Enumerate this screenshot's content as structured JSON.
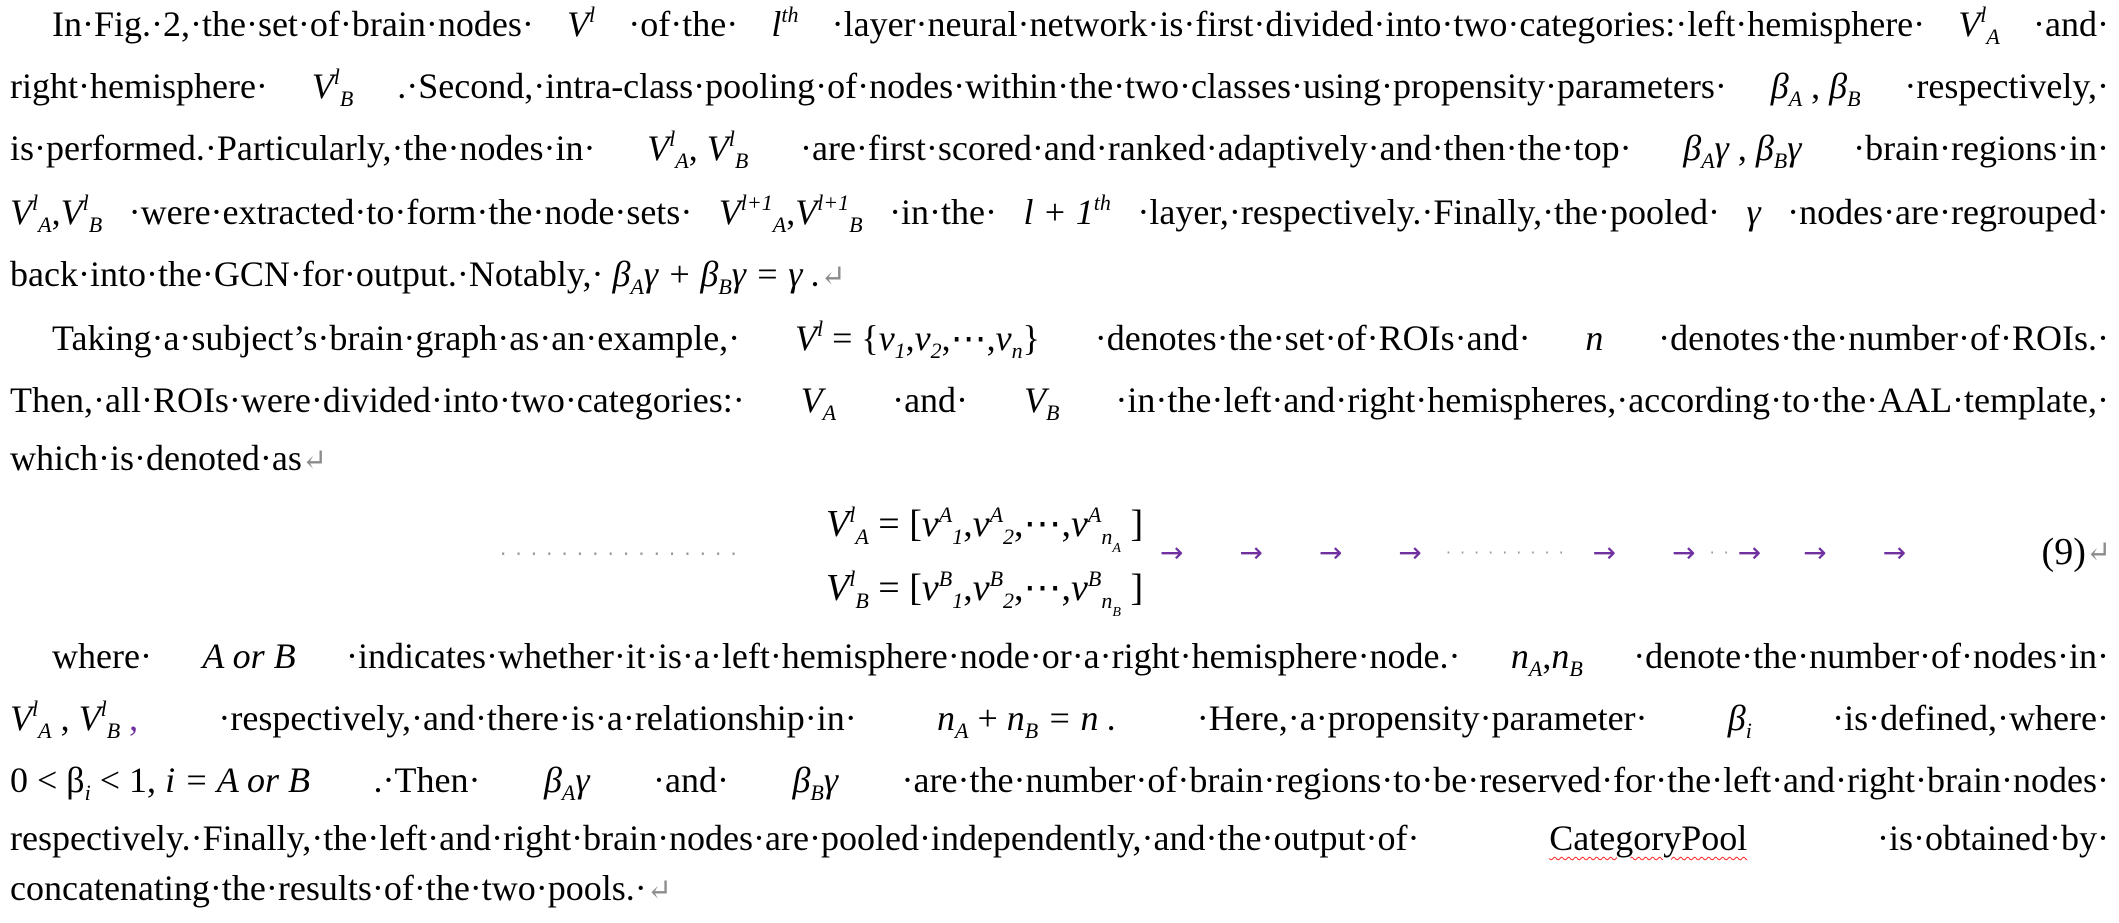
{
  "paragraph1": {
    "line1": {
      "a": "In·Fig.·2,·the·set·of·brain·nodes·",
      "sym1": "V",
      "sym1_sup": "l",
      "b": "·of·the·",
      "sym2": "l",
      "sym2_sup": "th",
      "c": "·layer·neural·network·is·first·divided·into·two·categories:·left·hemisphere·",
      "sym3": "V",
      "sym3_sup": "l",
      "sym3_sub": "A",
      "d": "·and·"
    },
    "line2": {
      "a": "right·hemisphere·",
      "sym1": "V",
      "sym1_sup": "l",
      "sym1_sub": "B",
      "b": ".·Second,·intra-class·pooling·of·nodes·within·the·two·classes·using·propensity·parameters·",
      "beta": "β",
      "sub_a": "A",
      "sep": " , ",
      "sub_b": "B",
      "c": "·respectively,·"
    },
    "line3": {
      "a": "is·performed.·Particularly,·the·nodes·in·",
      "sub_a": "A",
      "sub_b": "B",
      "sup": "l",
      "b": "·are·first·scored·and·ranked·adaptively·and·then·the·top·",
      "gamma": "γ",
      "c": "·brain·regions·in·"
    },
    "line4": {
      "a": "·were·extracted·to·form·the·node·sets·",
      "sup_next": "l+1",
      "b": "·in·the·",
      "layer_expr": "l + 1",
      "layer_sup": "th",
      "c": "·layer,·respectively.·Finally,·the·pooled·",
      "gamma": "γ",
      "d": "·nodes·are·regrouped·"
    },
    "line5": {
      "a": "back·into·the·GCN·for·output.·Notably,·",
      "equation_tail": " = γ .",
      "pilcrow": "↵"
    }
  },
  "paragraph2": {
    "line1": {
      "a": "Taking·a·subject’s·brain·graph·as·an·example,·",
      "set_lhs": "V",
      "set_sup": "l",
      "set_eq": " = {",
      "v": "v",
      "subs": [
        "1",
        "2",
        "n"
      ],
      "dots": "⋯",
      "close": "}",
      "b": "·denotes·the·set·of·ROIs·and·",
      "n": "n",
      "c": "·denotes·the·number·of·ROIs.·"
    },
    "line2": {
      "a": "Then,·all·ROIs·were·divided·into·two·categories:·",
      "b": "·and·",
      "c": "·in·the·left·and·right·hemispheres,·according·to·the·AAL·template,·"
    },
    "line3": {
      "a": "which·is·denoted·as",
      "pilcrow": "↵"
    }
  },
  "equation": {
    "number": "(9)",
    "row_a": {
      "lhs_sub": "A",
      "rhs": "= [",
      "last_sub": "n",
      "last_sub_sub": "A"
    },
    "row_b": {
      "lhs_sub": "B",
      "rhs": "= [",
      "last_sub": "n",
      "last_sub_sub": "B"
    },
    "tab_arrow": "→",
    "arrow_color": "#7030a0",
    "pilcrow": "↵"
  },
  "paragraph3": {
    "line1": {
      "a": "where·",
      "aorb": "A or B",
      "b": "·indicates·whether·it·is·a·left·hemisphere·node·or·a·right·hemisphere·node.·",
      "c": "·denote·the·number·of·nodes·in·"
    },
    "line2": {
      "comma_purple": ",",
      "a": "·respectively,·and·there·is·a·relationship·in·",
      "eq": " = n .",
      "b": "·Here,·a·propensity·parameter·",
      "beta_sub": "i",
      "c": "·is·defined,·where·"
    },
    "line3": {
      "cond": "0 < β",
      "cond_sub": "i",
      "cond_rest": " < 1, ",
      "i_eq": "i = A or B",
      "a": ".·Then·",
      "b": "·and·",
      "c": "·are·the·number·of·brain·regions·to·be·reserved·for·the·left·and·right·brain·nodes·"
    },
    "line4": {
      "a": "respectively.·Finally,·the·left·and·right·brain·nodes·are·pooled·independently,·and·the·output·of·",
      "flagged_word": "CategoryPool",
      "b": "·is·obtained·by·"
    },
    "line5": {
      "a": "concatenating·the·results·of·the·two·pools.·",
      "pilcrow": "↵"
    }
  },
  "colors": {
    "text": "#000000",
    "formatting_marks": "#9a9a9a",
    "purple_accent": "#7030a0",
    "spellcheck_underline": "#ff2020"
  }
}
